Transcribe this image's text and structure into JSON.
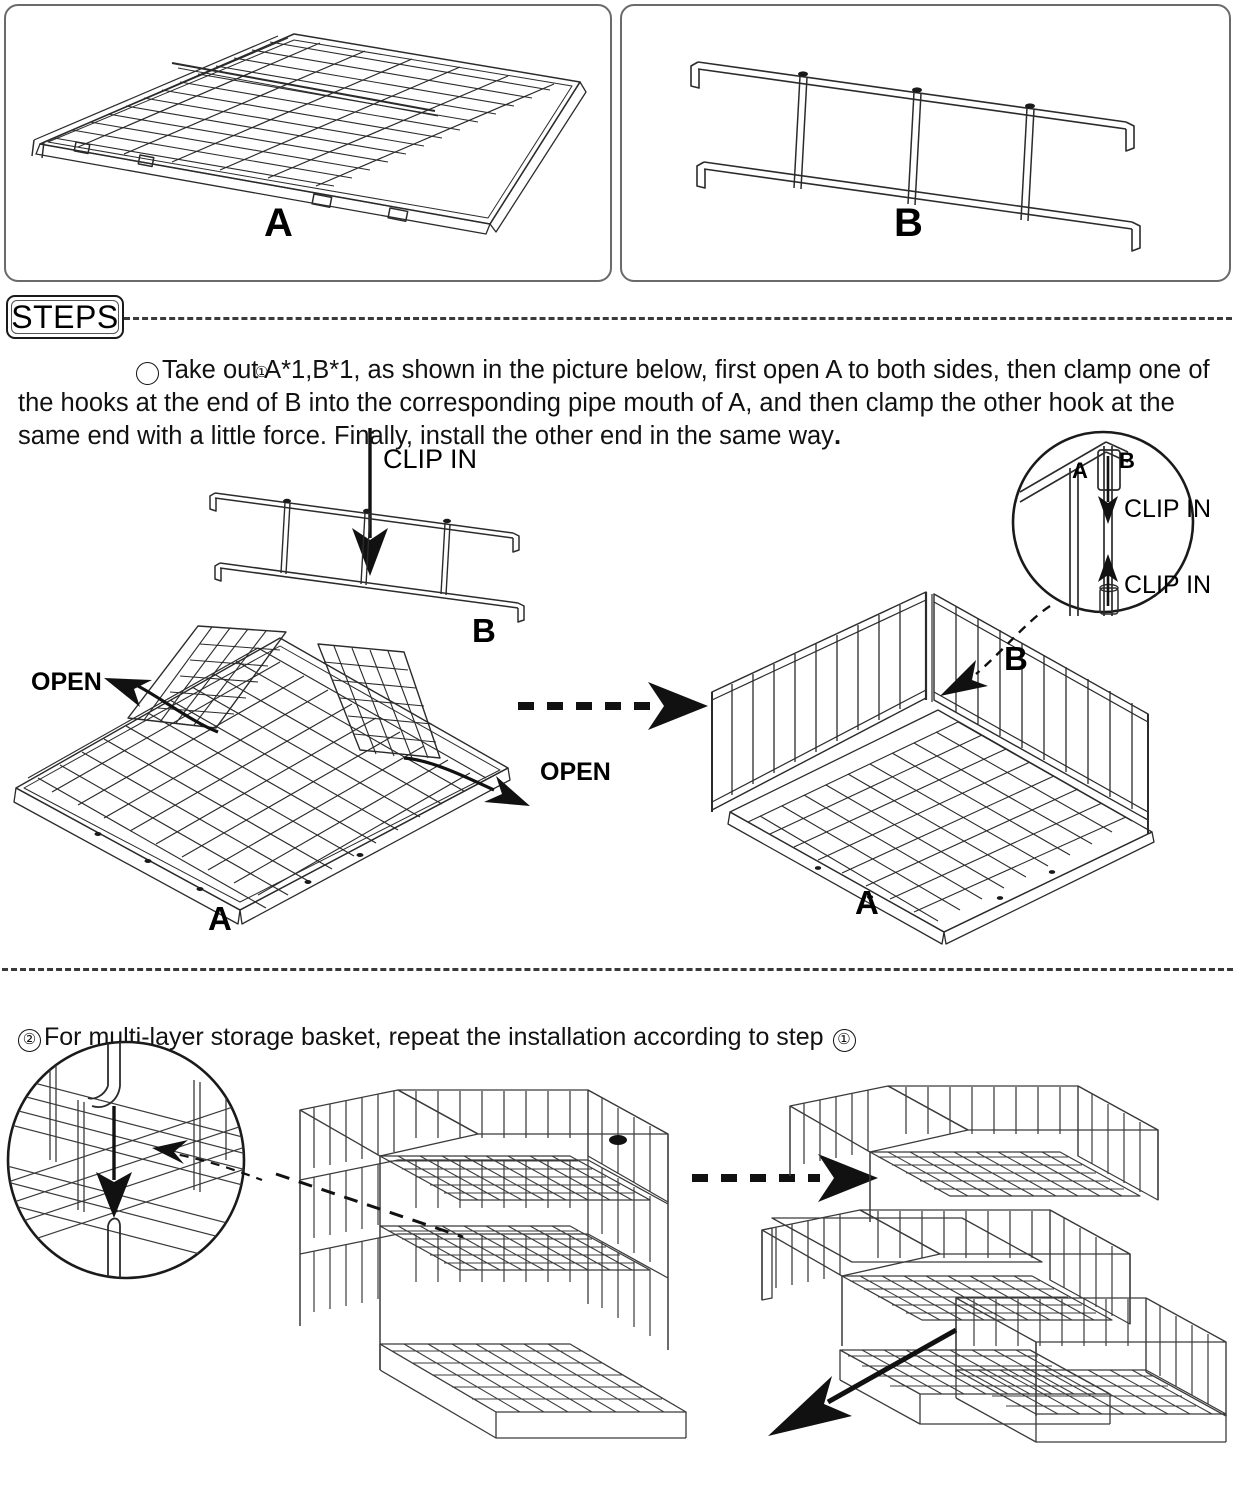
{
  "document": {
    "type": "assembly-instruction-sheet",
    "steps_badge_label": "STEPS"
  },
  "parts": [
    {
      "id": "A",
      "label": "A",
      "description": "folding wire mesh base tray"
    },
    {
      "id": "B",
      "label": "B",
      "description": "side rail frame with end hooks"
    }
  ],
  "steps": [
    {
      "number": "①",
      "text": "Take out A*1,B*1, as shown in the picture below, first open A to both sides, then clamp one of the hooks at the end of B into the corresponding pipe mouth of A, and then clamp the other hook at the same end with a little force. Finally, install the other end in the same way",
      "text_tail": "."
    },
    {
      "number": "②",
      "text": "For multi-layer storage basket, repeat the installation according to step ",
      "ref": "①"
    }
  ],
  "annotations": {
    "step1": {
      "clip_in_top": "CLIP IN",
      "part_b": "B",
      "open_left": "OPEN",
      "open_right": "OPEN",
      "part_a_left": "A",
      "part_a_right": "A",
      "part_b_right": "B",
      "detail": {
        "label_a": "A",
        "label_b": "B",
        "clip_in_down": "CLIP IN",
        "clip_in_up": "CLIP IN"
      }
    }
  },
  "colors": {
    "line": "#1a1a1a",
    "panel_border": "#6a6a6a",
    "dash": "#3a3a3a",
    "text": "#111111",
    "background": "#ffffff"
  }
}
